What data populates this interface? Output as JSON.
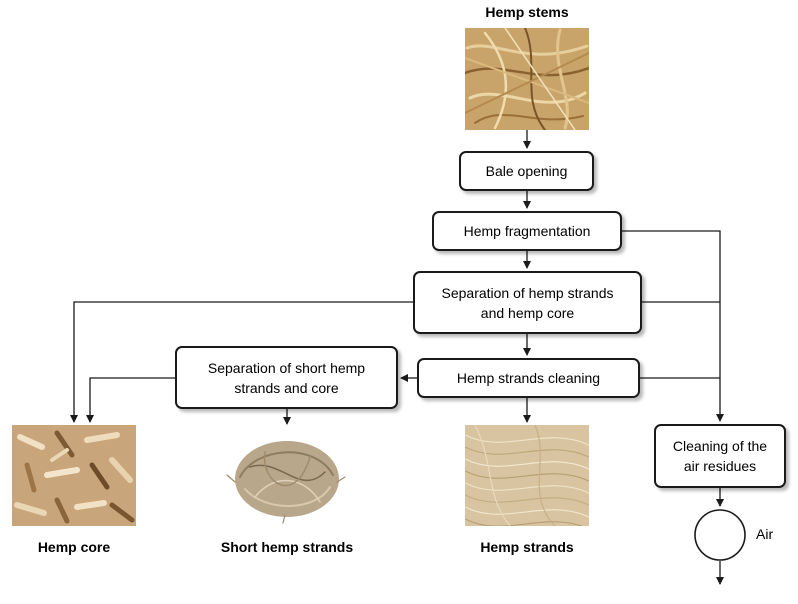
{
  "captions": {
    "hemp_stems": "Hemp stems",
    "hemp_core": "Hemp core",
    "short_hemp_strands": "Short hemp strands",
    "hemp_strands": "Hemp strands"
  },
  "steps": {
    "bale_opening": "Bale opening",
    "hemp_fragmentation": "Hemp fragmentation",
    "separation_strands_core_line1": "Separation of hemp strands",
    "separation_strands_core_line2": "and hemp core",
    "separation_short_line1": "Separation of short hemp",
    "separation_short_line2": "strands and core",
    "strands_cleaning": "Hemp strands cleaning",
    "air_cleaning_line1": "Cleaning of the",
    "air_cleaning_line2": "air residues"
  },
  "air_label": "Air",
  "colors": {
    "line": "#1a1a1a",
    "stems_photo": "#c9a46a",
    "core_photo": "#c8a57a",
    "short_strands_photo": "#b9a78c",
    "strands_photo": "#d8c4a0"
  },
  "icons": {
    "flow": "arrow-icon",
    "air": "fan-circle-icon"
  }
}
